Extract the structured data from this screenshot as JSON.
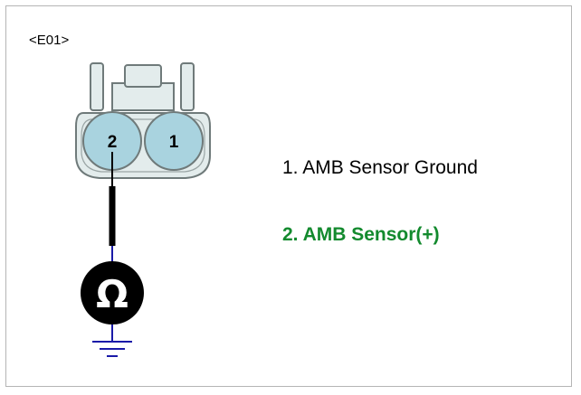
{
  "connector": {
    "id": "<E01>",
    "pins": [
      {
        "number": "2",
        "label": "AMB Sensor(+)"
      },
      {
        "number": "1",
        "label": "AMB Sensor Ground"
      }
    ]
  },
  "meter": {
    "symbol": "Ω"
  },
  "legend": {
    "item1": "1. AMB Sensor Ground",
    "item2": "2. AMB Sensor(+)"
  },
  "colors": {
    "pin_fill": "#a9d3df",
    "housing_fill": "#e3ecec",
    "housing_stroke": "#6f7a7a",
    "wire_black": "#000000",
    "wire_blue": "#1a1aa8",
    "ground_blue": "#1a1aa8",
    "meter_fill": "#000000",
    "meter_symbol": "#ffffff",
    "legend1_color": "#000000",
    "legend2_color": "#138a2e",
    "frame_border": "#b5b5b5"
  }
}
